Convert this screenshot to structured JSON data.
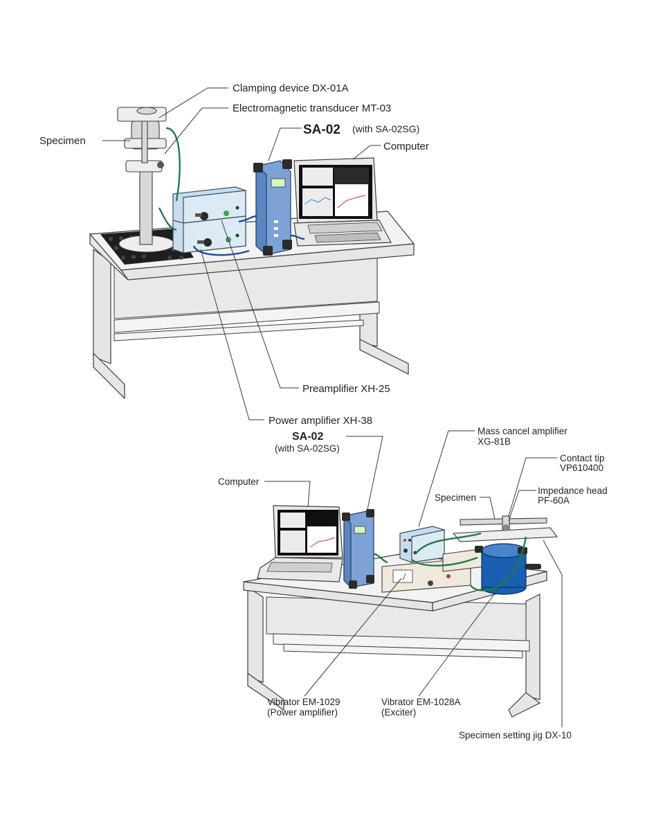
{
  "top_setup": {
    "labels": {
      "clamping": "Clamping device DX-01A",
      "transducer": "Electromagnetic transducer MT-03",
      "specimen": "Specimen",
      "sa02": "SA-02",
      "sa02_sub": "(with SA-02SG)",
      "computer": "Computer",
      "preamp": "Preamplifier XH-25",
      "poweramp": "Power amplifier XH-38"
    }
  },
  "bottom_setup": {
    "labels": {
      "sa02": "SA-02",
      "sa02_sub": "(with SA-02SG)",
      "computer": "Computer",
      "mass_cancel_1": "Mass cancel amplifier",
      "mass_cancel_2": "XG-81B",
      "contact_tip_1": "Contact tip",
      "contact_tip_2": "VP610400",
      "impedance_1": "Impedance head",
      "impedance_2": "PF-60A",
      "specimen": "Specimen",
      "vib_amp_1": "Vibrator EM-1029",
      "vib_amp_2": "(Power amplifier)",
      "vib_exc_1": "Vibrator EM-1028A",
      "vib_exc_2": "(Exciter)",
      "jig": "Specimen setting jig DX-10"
    }
  },
  "colors": {
    "sa02_blue": "#7da3d6",
    "amplifier_blue": "#dbeaf5",
    "exciter_blue": "#1a5fb0",
    "cable_green": "#237a4a",
    "cable_blue": "#1d4f9a"
  }
}
